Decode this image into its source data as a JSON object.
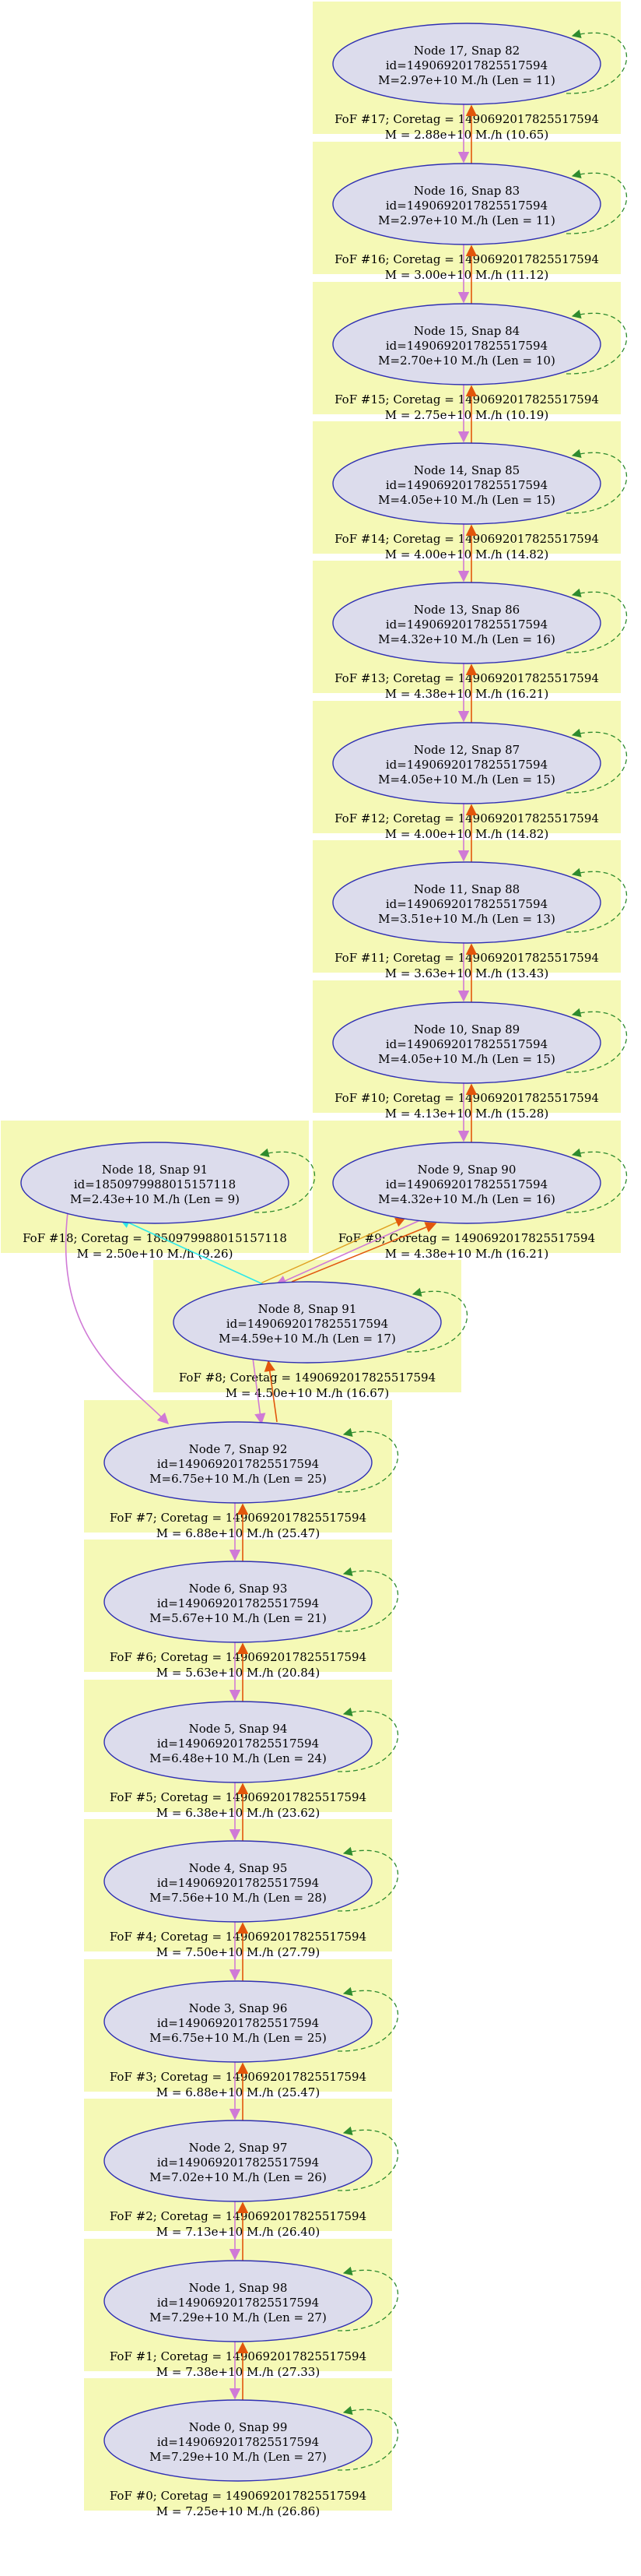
{
  "colors": {
    "cluster_fill": "#f5f9b6",
    "node_fill": "#dcdcec",
    "node_stroke": "#2f2fb3",
    "self_loop": "#2e8b2e",
    "descendant_edge": "#d07ad6",
    "progenitor_edge": "#e2560c",
    "branch_edge": "#2ee8e8"
  },
  "clusters": [
    {
      "id": "c17",
      "node": {
        "title": "Node 17, Snap 82",
        "id_line": "id=1490692017825517594",
        "mass_line": "M=2.97e+10 M./h (Len = 11)"
      },
      "fof": {
        "line1": "FoF #17; Coretag = 1490692017825517594",
        "line2": "M = 2.88e+10 M./h (10.65)"
      }
    },
    {
      "id": "c16",
      "node": {
        "title": "Node 16, Snap 83",
        "id_line": "id=1490692017825517594",
        "mass_line": "M=2.97e+10 M./h (Len = 11)"
      },
      "fof": {
        "line1": "FoF #16; Coretag = 1490692017825517594",
        "line2": "M = 3.00e+10 M./h (11.12)"
      }
    },
    {
      "id": "c15",
      "node": {
        "title": "Node 15, Snap 84",
        "id_line": "id=1490692017825517594",
        "mass_line": "M=2.70e+10 M./h (Len = 10)"
      },
      "fof": {
        "line1": "FoF #15; Coretag = 1490692017825517594",
        "line2": "M = 2.75e+10 M./h (10.19)"
      }
    },
    {
      "id": "c14",
      "node": {
        "title": "Node 14, Snap 85",
        "id_line": "id=1490692017825517594",
        "mass_line": "M=4.05e+10 M./h (Len = 15)"
      },
      "fof": {
        "line1": "FoF #14; Coretag = 1490692017825517594",
        "line2": "M = 4.00e+10 M./h (14.82)"
      }
    },
    {
      "id": "c13",
      "node": {
        "title": "Node 13, Snap 86",
        "id_line": "id=1490692017825517594",
        "mass_line": "M=4.32e+10 M./h (Len = 16)"
      },
      "fof": {
        "line1": "FoF #13; Coretag = 1490692017825517594",
        "line2": "M = 4.38e+10 M./h (16.21)"
      }
    },
    {
      "id": "c12",
      "node": {
        "title": "Node 12, Snap 87",
        "id_line": "id=1490692017825517594",
        "mass_line": "M=4.05e+10 M./h (Len = 15)"
      },
      "fof": {
        "line1": "FoF #12; Coretag = 1490692017825517594",
        "line2": "M = 4.00e+10 M./h (14.82)"
      }
    },
    {
      "id": "c11",
      "node": {
        "title": "Node 11, Snap 88",
        "id_line": "id=1490692017825517594",
        "mass_line": "M=3.51e+10 M./h (Len = 13)"
      },
      "fof": {
        "line1": "FoF #11; Coretag = 1490692017825517594",
        "line2": "M = 3.63e+10 M./h (13.43)"
      }
    },
    {
      "id": "c10",
      "node": {
        "title": "Node 10, Snap 89",
        "id_line": "id=1490692017825517594",
        "mass_line": "M=4.05e+10 M./h (Len = 15)"
      },
      "fof": {
        "line1": "FoF #10; Coretag = 1490692017825517594",
        "line2": "M = 4.13e+10 M./h (15.28)"
      }
    },
    {
      "id": "c9",
      "node": {
        "title": "Node 9, Snap 90",
        "id_line": "id=1490692017825517594",
        "mass_line": "M=4.32e+10 M./h (Len = 16)"
      },
      "fof": {
        "line1": "FoF #9; Coretag = 1490692017825517594",
        "line2": "M = 4.38e+10 M./h (16.21)"
      }
    },
    {
      "id": "c18",
      "node": {
        "title": "Node 18, Snap 91",
        "id_line": "id=1850979988015157118",
        "mass_line": "M=2.43e+10 M./h (Len = 9)"
      },
      "fof": {
        "line1": "FoF #18; Coretag = 1850979988015157118",
        "line2": "M = 2.50e+10 M./h (9.26)"
      }
    },
    {
      "id": "c8",
      "node": {
        "title": "Node 8, Snap 91",
        "id_line": "id=1490692017825517594",
        "mass_line": "M=4.59e+10 M./h (Len = 17)"
      },
      "fof": {
        "line1": "FoF #8; Coretag = 1490692017825517594",
        "line2": "M = 4.50e+10 M./h (16.67)"
      }
    },
    {
      "id": "c7",
      "node": {
        "title": "Node 7, Snap 92",
        "id_line": "id=1490692017825517594",
        "mass_line": "M=6.75e+10 M./h (Len = 25)"
      },
      "fof": {
        "line1": "FoF #7; Coretag = 1490692017825517594",
        "line2": "M = 6.88e+10 M./h (25.47)"
      }
    },
    {
      "id": "c6",
      "node": {
        "title": "Node 6, Snap 93",
        "id_line": "id=1490692017825517594",
        "mass_line": "M=5.67e+10 M./h (Len = 21)"
      },
      "fof": {
        "line1": "FoF #6; Coretag = 1490692017825517594",
        "line2": "M = 5.63e+10 M./h (20.84)"
      }
    },
    {
      "id": "c5",
      "node": {
        "title": "Node 5, Snap 94",
        "id_line": "id=1490692017825517594",
        "mass_line": "M=6.48e+10 M./h (Len = 24)"
      },
      "fof": {
        "line1": "FoF #5; Coretag = 1490692017825517594",
        "line2": "M = 6.38e+10 M./h (23.62)"
      }
    },
    {
      "id": "c4",
      "node": {
        "title": "Node 4, Snap 95",
        "id_line": "id=1490692017825517594",
        "mass_line": "M=7.56e+10 M./h (Len = 28)"
      },
      "fof": {
        "line1": "FoF #4; Coretag = 1490692017825517594",
        "line2": "M = 7.50e+10 M./h (27.79)"
      }
    },
    {
      "id": "c3",
      "node": {
        "title": "Node 3, Snap 96",
        "id_line": "id=1490692017825517594",
        "mass_line": "M=6.75e+10 M./h (Len = 25)"
      },
      "fof": {
        "line1": "FoF #3; Coretag = 1490692017825517594",
        "line2": "M = 6.88e+10 M./h (25.47)"
      }
    },
    {
      "id": "c2",
      "node": {
        "title": "Node 2, Snap 97",
        "id_line": "id=1490692017825517594",
        "mass_line": "M=7.02e+10 M./h (Len = 26)"
      },
      "fof": {
        "line1": "FoF #2; Coretag = 1490692017825517594",
        "line2": "M = 7.13e+10 M./h (26.40)"
      }
    },
    {
      "id": "c1",
      "node": {
        "title": "Node 1, Snap 98",
        "id_line": "id=1490692017825517594",
        "mass_line": "M=7.29e+10 M./h (Len = 27)"
      },
      "fof": {
        "line1": "FoF #1; Coretag = 1490692017825517594",
        "line2": "M = 7.38e+10 M./h (27.33)"
      }
    },
    {
      "id": "c0",
      "node": {
        "title": "Node 0, Snap 99",
        "id_line": "id=1490692017825517594",
        "mass_line": "M=7.29e+10 M./h (Len = 27)"
      },
      "fof": {
        "line1": "FoF #0; Coretag = 1490692017825517594",
        "line2": "M = 7.25e+10 M./h (26.86)"
      }
    }
  ]
}
